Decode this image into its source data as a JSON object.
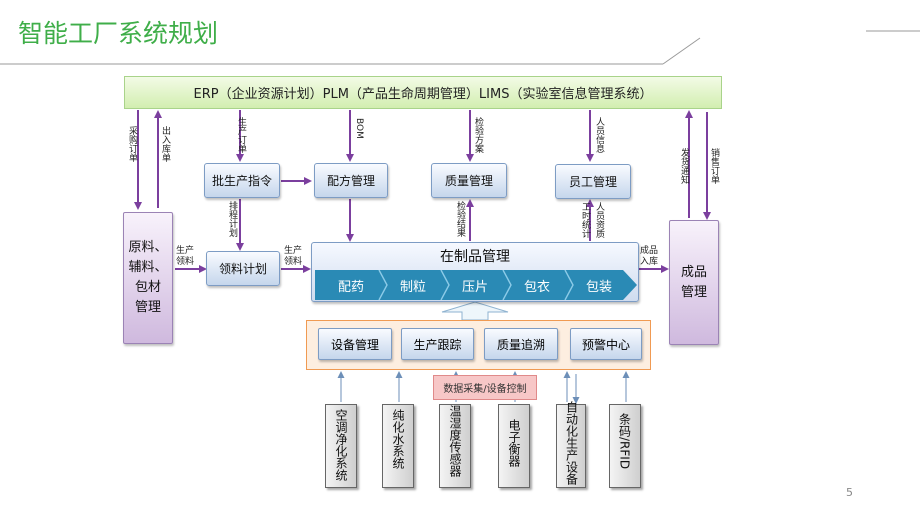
{
  "title": "智能工厂系统规划",
  "erp_bar": "ERP（企业资源计划）PLM（产品生命周期管理）LIMS（实验室信息管理系统）",
  "boxes": {
    "batch": "批生产指令",
    "recipe": "配方管理",
    "quality": "质量管理",
    "staff": "员工管理",
    "material_plan": "领料计划",
    "raw_mgmt": "原料、\n辅料、\n包材\n管理",
    "finished_mgmt": "成品\n管理"
  },
  "wip": {
    "title": "在制品管理",
    "stages": [
      "配药",
      "制粒",
      "压片",
      "包衣",
      "包装"
    ]
  },
  "modules": [
    "设备管理",
    "生产跟踪",
    "质量追溯",
    "预警中心"
  ],
  "data_acq": "数据采集/设备控制",
  "devices": [
    "空调净化系统",
    "纯化水系统",
    "温湿度传感器",
    "电子衡器",
    "自动化生产设备",
    "条码/RFID"
  ],
  "labels": {
    "purchase_order": "采购订单",
    "in_out_stock": "出入库单",
    "production_order": "生产订单",
    "bom": "BOM",
    "inspection_plan": "检验方案",
    "staff_info": "人员信息",
    "schedule_plan": "排程计划",
    "inspection_result": "检验结果",
    "work_hours": "工时统计",
    "staff_quality": "人员资质",
    "produce_pick_1": "生产\n领料",
    "produce_pick_2": "生产\n领料",
    "finished_in": "成品\n入库",
    "ship_notice": "发货通知",
    "sales_order": "销售订单"
  },
  "colors": {
    "title_green": "#3fae49",
    "stage_blue": "#2a8ab5",
    "frame_orange": "#f09a52",
    "arrow_purple": "#7b3f9e"
  },
  "page_number": "5"
}
